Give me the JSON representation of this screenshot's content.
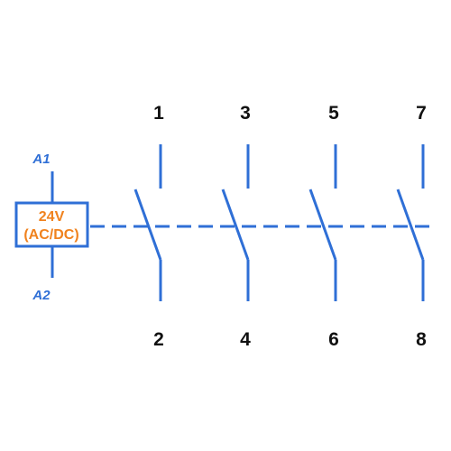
{
  "colors": {
    "line": "#2f6fd6",
    "coil_text": "#f0821e",
    "terminal_text": "#111111",
    "coil_terminal_text": "#2f6fd6"
  },
  "coil": {
    "top_terminal": "A1",
    "bottom_terminal": "A2",
    "voltage": "24V",
    "type": "(AC/DC)"
  },
  "contacts": [
    {
      "top": "1",
      "bottom": "2"
    },
    {
      "top": "3",
      "bottom": "4"
    },
    {
      "top": "5",
      "bottom": "6"
    },
    {
      "top": "7",
      "bottom": "8"
    }
  ]
}
